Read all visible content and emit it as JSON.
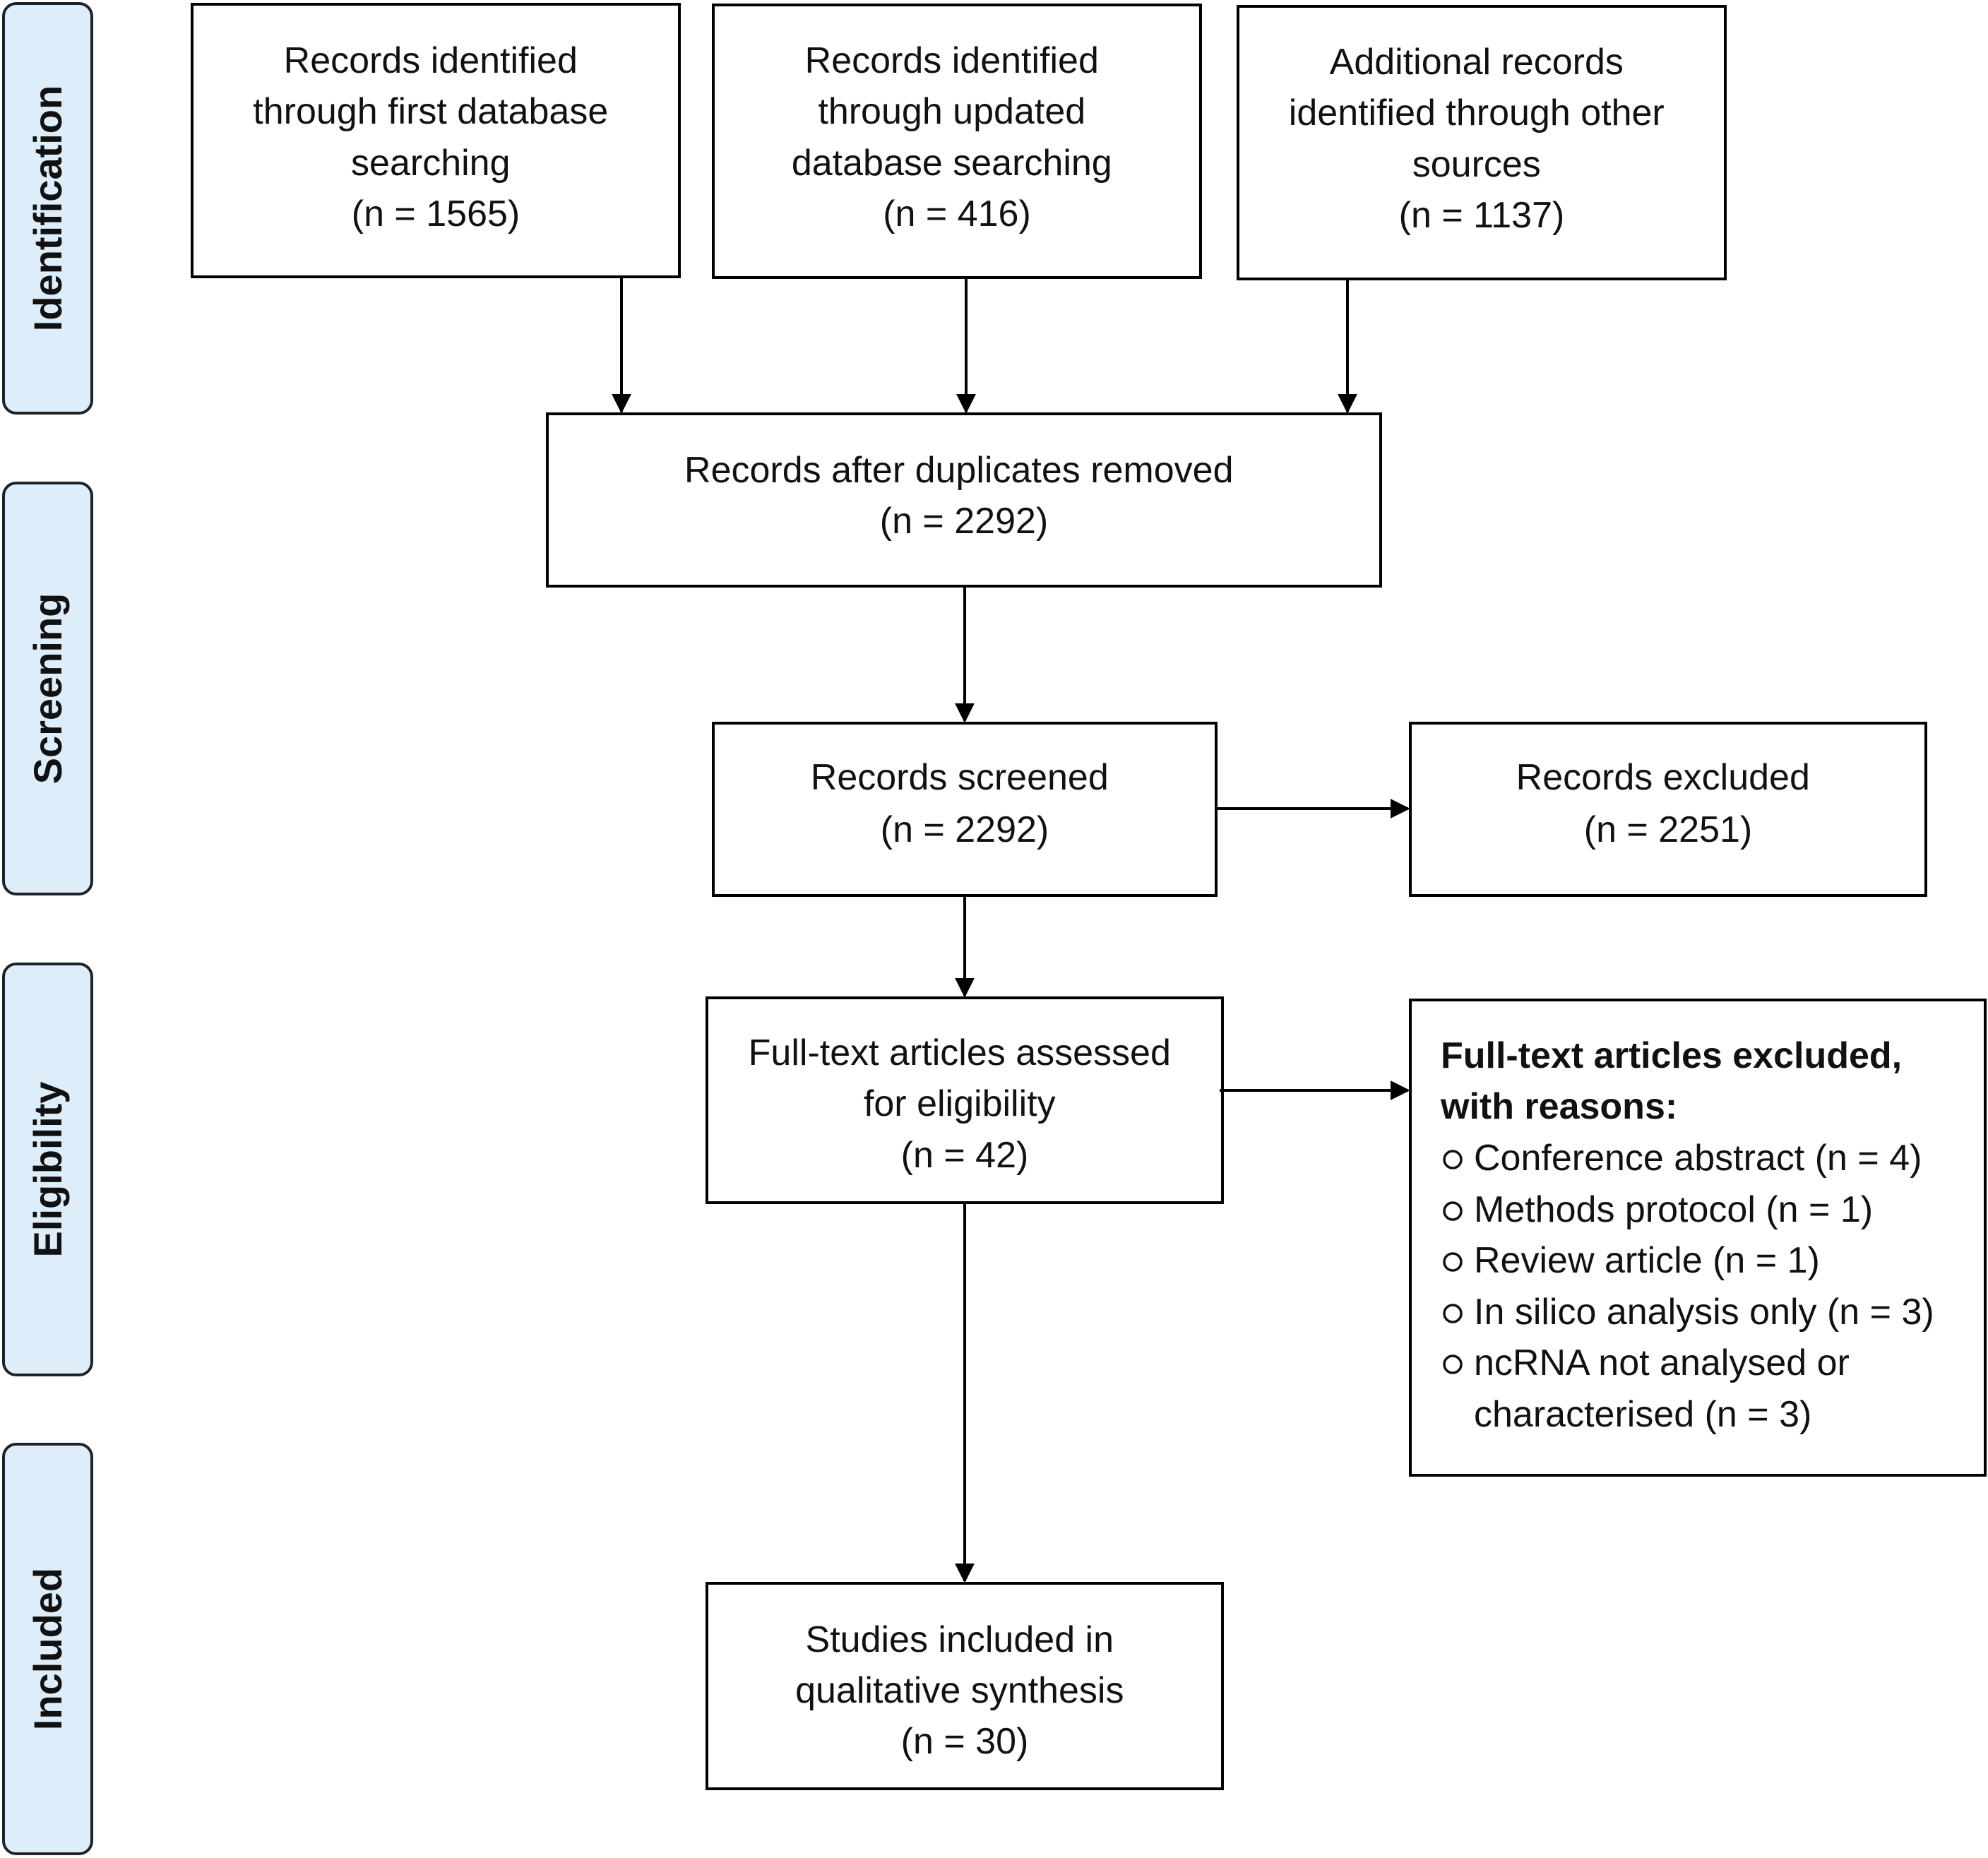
{
  "stages": [
    {
      "id": "identification",
      "label": "Identification"
    },
    {
      "id": "screening",
      "label": "Screening"
    },
    {
      "id": "eligibility",
      "label": "Eligibility"
    },
    {
      "id": "included",
      "label": "Included"
    }
  ],
  "boxes": {
    "first_database": {
      "lines": [
        "Records identified",
        "through first database",
        "searching",
        "(n = 1565)"
      ]
    },
    "updated_database": {
      "lines": [
        "Records identified",
        "through updated",
        "database searching",
        "(n = 416)"
      ]
    },
    "other_sources": {
      "lines": [
        "Additional records",
        "identified through other",
        "sources",
        "(n = 1137)"
      ]
    },
    "duplicates_removed": {
      "lines": [
        "Records after duplicates removed",
        "(n = 2292)"
      ]
    },
    "screened": {
      "lines": [
        "Records screened",
        "(n = 2292)"
      ]
    },
    "excluded": {
      "lines": [
        "Records excluded",
        "(n = 2251)"
      ]
    },
    "fulltext_assessed": {
      "lines": [
        "Full-text articles assessed",
        "for eligibility",
        "(n = 42)"
      ]
    },
    "fulltext_excluded": {
      "heading": [
        "Full-text articles excluded,",
        "with reasons:"
      ],
      "reasons": [
        "Conference abstract (n = 4)",
        "Methods protocol (n = 1)",
        "Review article (n = 1)",
        "In silico analysis only (n = 3)",
        "ncRNA not analysed or",
        "characterised (n = 3)"
      ]
    },
    "included": {
      "lines": [
        "Studies included in",
        "qualitative synthesis",
        "(n = 30)"
      ]
    }
  }
}
